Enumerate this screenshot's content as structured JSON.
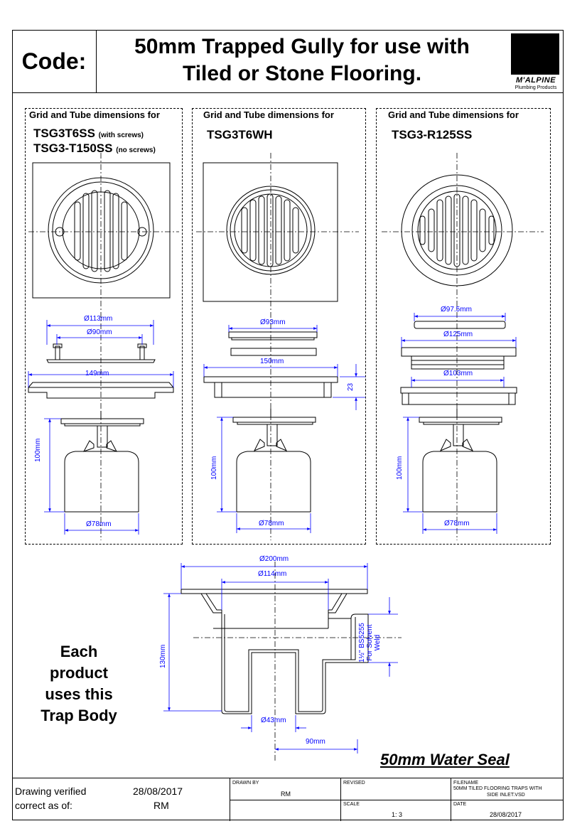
{
  "header": {
    "code_label": "Code:",
    "title_line1": "50mm Trapped Gully for use with",
    "title_line2": "Tiled or Stone Flooring.",
    "logo_name": "M'ALPINE",
    "logo_sub": "Plumbing Products"
  },
  "panels": [
    {
      "heading": "Grid and Tube dimensions for",
      "codes": [
        {
          "code": "TSG3T6SS",
          "note": "(with screws)"
        },
        {
          "code": "TSG3-T150SS",
          "note": "(no screws)"
        }
      ],
      "dims": {
        "outer_dia": "Ø113mm",
        "inner_dia": "Ø90mm",
        "width": "149mm",
        "height": "100mm",
        "tube_dia": "Ø78mm"
      }
    },
    {
      "heading": "Grid and Tube dimensions for",
      "codes": [
        {
          "code": "TSG3T6WH",
          "note": ""
        }
      ],
      "dims": {
        "grid_dia": "Ø93mm",
        "width": "150mm",
        "depth": "23",
        "height": "100mm",
        "tube_dia": "Ø78mm"
      }
    },
    {
      "heading": "Grid and Tube dimensions for",
      "codes": [
        {
          "code": "TSG3-R125SS",
          "note": ""
        }
      ],
      "dims": {
        "grid_dia": "Ø97.5mm",
        "ring_dia": "Ø125mm",
        "body_dia": "Ø103mm",
        "height": "100mm",
        "tube_dia": "Ø78mm"
      }
    }
  ],
  "trap_body": {
    "dims": {
      "top_dia": "Ø200mm",
      "inner_dia": "Ø114mm",
      "height": "130mm",
      "outlet_dia": "Ø43mm",
      "offset": "90mm"
    },
    "inlet_line1": "1½\" BS5255",
    "inlet_line2": "For Solvent",
    "inlet_line3": "Weld"
  },
  "trap_text": [
    "Each",
    "product",
    "uses this",
    "Trap Body"
  ],
  "water_seal": "50mm Water Seal",
  "title_block": {
    "verified_label_line1": "Drawing verified",
    "verified_label_line2": "correct as of:",
    "verified_date": "28/08/2017",
    "verified_by": "RM",
    "drawn_by_label": "DRAWN BY",
    "drawn_by": "RM",
    "revised_label": "REVISED",
    "scale_label": "SCALE",
    "scale": "1: 3",
    "filename_label": "FILENAME",
    "filename_line1": "50MM TILED FLOORING TRAPS WITH",
    "filename_line2": "SIDE INLET.VSD",
    "date_label": "DATE",
    "date": "28/08/2017"
  },
  "colors": {
    "dimension": "#0000ff",
    "line": "#000000"
  }
}
